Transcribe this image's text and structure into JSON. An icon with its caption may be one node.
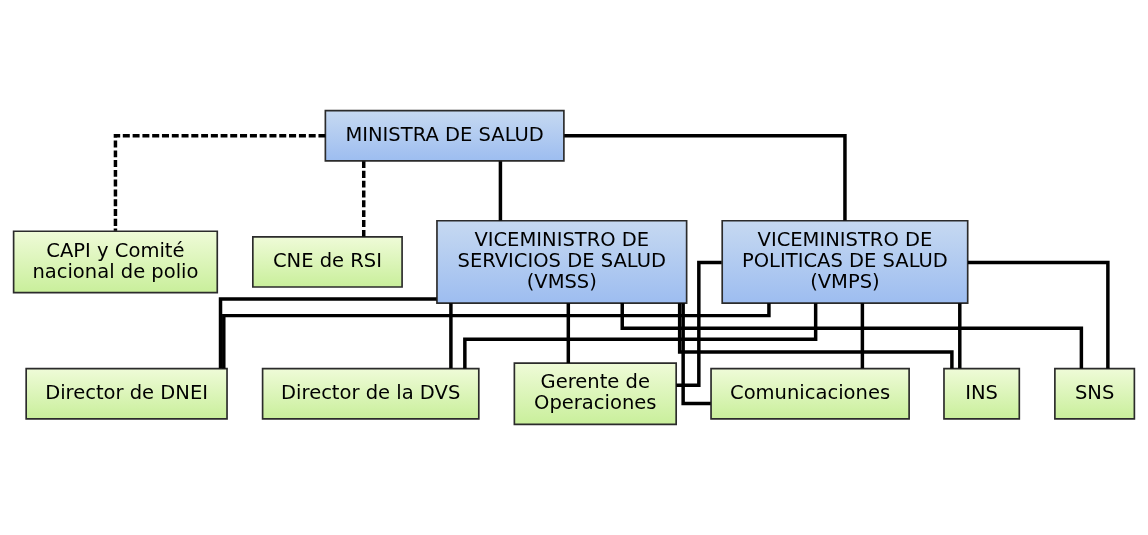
{
  "diagram": {
    "nodes": [
      {
        "text": [
          "MINISTRA DE SALUD"
        ]
      },
      {
        "text": [
          "CAPI y Comité nacional de polio"
        ]
      },
      {
        "text": [
          "CNE de RSI"
        ]
      },
      {
        "text": [
          "VICEMINISTRO DE SERVICIOS DE SALUD (VMSS)"
        ]
      },
      {
        "text": [
          "VICEMINISTRO DE POLITICAS DE SALUD (VMPS)"
        ]
      },
      {
        "text": [
          "Director de DNEI"
        ]
      },
      {
        "text": [
          "Director de la DVS"
        ]
      },
      {
        "text": [
          "Gerente de Operaciones"
        ]
      },
      {
        "text": [
          "Comunicaciones"
        ]
      },
      {
        "text": [
          "INS"
        ]
      },
      {
        "text": [
          "SNS"
        ]
      }
    ],
    "edges": [
      {
        "from": 0,
        "to": 1,
        "arrow": "none",
        "style": "dashed"
      },
      {
        "from": 0,
        "to": 2,
        "arrow": "none",
        "style": "dashed"
      },
      {
        "from": 0,
        "to": 3,
        "arrow": "none"
      },
      {
        "from": 0,
        "to": 4,
        "arrow": "none"
      },
      {
        "from": 3,
        "to": 5,
        "arrow": "none"
      },
      {
        "from": 3,
        "to": 6,
        "arrow": "none"
      },
      {
        "from": 3,
        "to": 7,
        "arrow": "none"
      },
      {
        "from": 3,
        "to": 8,
        "arrow": "none"
      },
      {
        "from": 3,
        "to": 9,
        "arrow": "none"
      },
      {
        "from": 3,
        "to": 10,
        "arrow": "none"
      },
      {
        "from": 4,
        "to": 5,
        "arrow": "none"
      },
      {
        "from": 4,
        "to": 6,
        "arrow": "none"
      },
      {
        "from": 4,
        "to": 7,
        "arrow": "none"
      },
      {
        "from": 4,
        "to": 8,
        "arrow": "none"
      },
      {
        "from": 4,
        "to": 9,
        "arrow": "none"
      },
      {
        "from": 4,
        "to": 10,
        "arrow": "none"
      }
    ]
  }
}
